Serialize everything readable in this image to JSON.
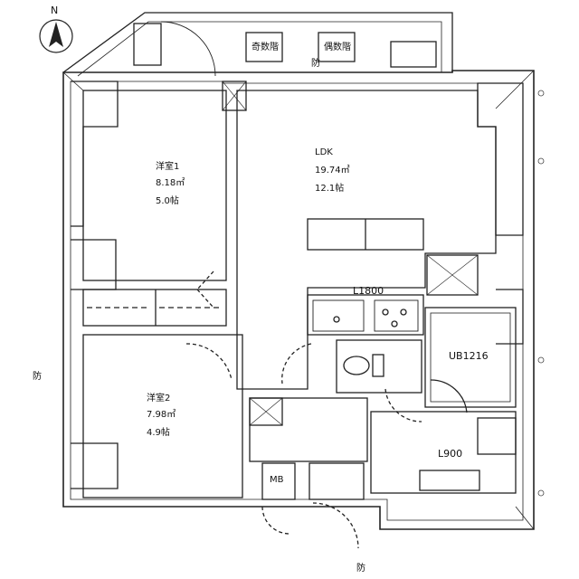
{
  "compass": {
    "letter": "N"
  },
  "rooms": {
    "western1": {
      "name": "洋室1",
      "area": "8.18㎡",
      "tatami": "5.0帖"
    },
    "ldk": {
      "name": "LDK",
      "area": "19.74㎡",
      "tatami": "12.1帖"
    },
    "western2": {
      "name": "洋室2",
      "area": "7.98㎡",
      "tatami": "4.9帖"
    }
  },
  "fixtures": {
    "kitchen": "L1800",
    "bath": "UB1216",
    "washbasin": "L900",
    "meter_box": "MB"
  },
  "windows": {
    "odd_floor": "奇数階",
    "even_floor": "偶数階"
  },
  "fire_marks": {
    "mark": "防"
  },
  "colors": {
    "line": "#222222",
    "wall": "#333333"
  }
}
